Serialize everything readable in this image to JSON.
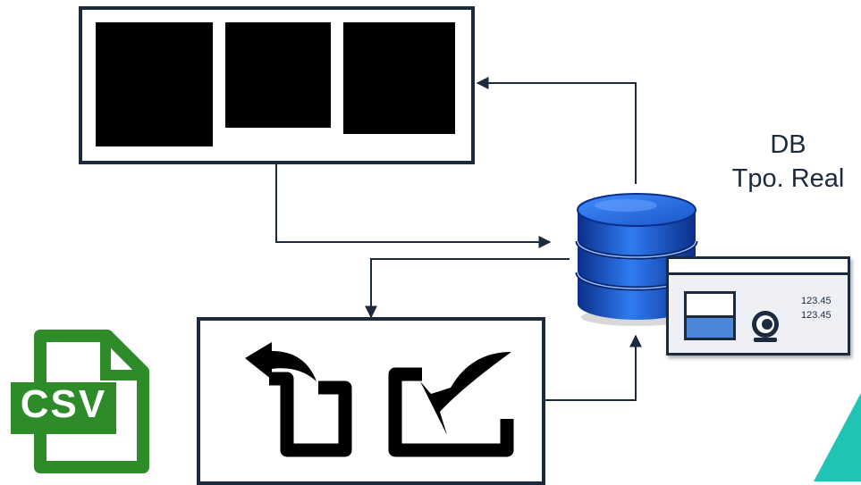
{
  "db_label": {
    "line1": "DB",
    "line2": "Tpo. Real"
  },
  "monitor_panel": {
    "reading_1": "123.45",
    "reading_2": "123.45"
  },
  "csv_icon": {
    "label": "CSV"
  },
  "colors": {
    "panel_border": "#1b2a3d",
    "csv_green": "#2e8b2a",
    "db_blue": "#1b5fd6",
    "accent_teal": "#1fc4b4"
  }
}
